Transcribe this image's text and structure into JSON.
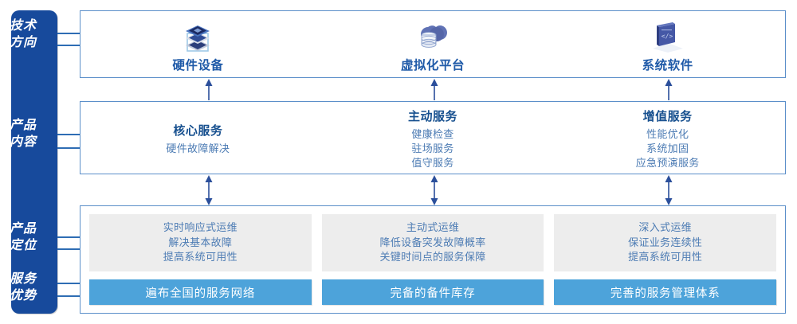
{
  "sidebar": {
    "labels": [
      {
        "name": "tech-direction",
        "text": "技术\n方向"
      },
      {
        "name": "product-content",
        "text": "产品\n内容"
      },
      {
        "name": "product-position",
        "text": "产品\n定位"
      },
      {
        "name": "service-advantage",
        "text": "服务\n优势"
      }
    ],
    "color": "#174A9C"
  },
  "tech": {
    "columns": [
      {
        "icon": "server-stack-icon",
        "title": "硬件设备"
      },
      {
        "icon": "cloud-database-icon",
        "title": "虚拟化平台"
      },
      {
        "icon": "laptop-code-icon",
        "title": "系统软件"
      }
    ]
  },
  "content": {
    "columns": [
      {
        "title": "核心服务",
        "items": [
          "硬件故障解决"
        ]
      },
      {
        "title": "主动服务",
        "items": [
          "健康检查",
          "驻场服务",
          "值守服务"
        ]
      },
      {
        "title": "增值服务",
        "items": [
          "性能优化",
          "系统加固",
          "应急预演服务"
        ]
      }
    ]
  },
  "bottom": {
    "columns": [
      {
        "lines": [
          "实时响应式运维",
          "解决基本故障",
          "提高系统可用性"
        ],
        "bar": "遍布全国的服务网络"
      },
      {
        "lines": [
          "主动式运维",
          "降低设备突发故障概率",
          "关键时间点的服务保障"
        ],
        "bar": "完备的备件库存"
      },
      {
        "lines": [
          "深入式运维",
          "保证业务连续性",
          "提高系统可用性"
        ],
        "bar": "完善的服务管理体系"
      }
    ]
  },
  "colors": {
    "sidebar_blue": "#174A9C",
    "panel_border": "#5B8FC9",
    "title_blue": "#17508F",
    "body_blue": "#4D7CB4",
    "bar_blue": "#4DA3DA",
    "card_grey": "#EDEDED",
    "arrow_blue": "#2B4F9B"
  }
}
